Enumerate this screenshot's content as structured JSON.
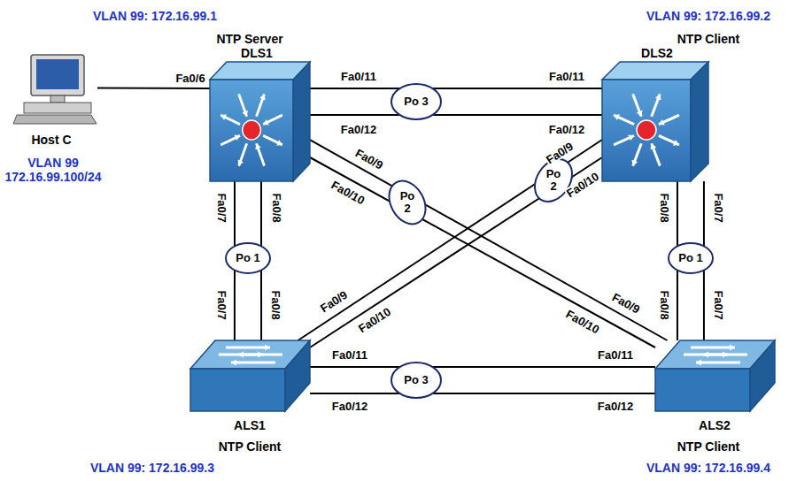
{
  "diagram": {
    "nodes": [
      {
        "text": [
          "VLAN 99: 172.16.99.1",
          "NTP Server",
          "DLS1"
        ]
      },
      {
        "text": [
          "VLAN 99: 172.16.99.2",
          "NTP Client",
          "DLS2"
        ]
      },
      {
        "text": [
          "Host C",
          "VLAN 99 172.16.99.100/24"
        ]
      },
      {
        "text": [
          "Po 3"
        ]
      },
      {
        "text": [
          "Po 2"
        ]
      },
      {
        "text": [
          "Po 2"
        ]
      },
      {
        "text": [
          "Po 1"
        ]
      },
      {
        "text": [
          "Po 1"
        ]
      },
      {
        "text": [
          "ALS1",
          "NTP Client",
          "VLAN 99: 172.16.99.3"
        ]
      },
      {
        "text": [
          "ALS2",
          "NTP Client",
          "VLAN 99: 172.16.99.4"
        ]
      },
      {
        "text": [
          "Po 3"
        ]
      }
    ],
    "edges": [
      {
        "from": 0,
        "to": 1,
        "arrow": "none"
      },
      {
        "from": 0,
        "to": 1,
        "arrow": "none"
      },
      {
        "from": 0,
        "to": 8,
        "arrow": "none"
      },
      {
        "from": 0,
        "to": 8,
        "arrow": "none"
      },
      {
        "from": 0,
        "to": 9,
        "arrow": "none"
      },
      {
        "from": 0,
        "to": 9,
        "arrow": "none"
      },
      {
        "from": 1,
        "to": 8,
        "arrow": "none"
      },
      {
        "from": 1,
        "to": 8,
        "arrow": "none"
      },
      {
        "from": 1,
        "to": 9,
        "arrow": "none"
      },
      {
        "from": 1,
        "to": 9,
        "arrow": "none"
      },
      {
        "from": 8,
        "to": 9,
        "arrow": "none"
      },
      {
        "from": 8,
        "to": 9,
        "arrow": "none"
      },
      {
        "from": 2,
        "to": 0,
        "arrow": "none"
      }
    ],
    "labels": [
      "Fa0/11",
      "Fa0/12",
      "Fa0/11",
      "Fa0/12",
      "Fa0/6",
      "Fa0/7",
      "Fa0/8",
      "Fa0/9",
      "Fa0/10",
      "Fa0/8",
      "Fa0/7",
      "Fa0/9",
      "Fa0/10",
      "Fa0/7",
      "Fa0/8",
      "Fa0/9",
      "Fa0/10",
      "Fa0/11",
      "Fa0/12",
      "Fa0/8",
      "Fa0/7",
      "Fa0/9",
      "Fa0/10",
      "Fa0/11",
      "Fa0/12"
    ]
  }
}
